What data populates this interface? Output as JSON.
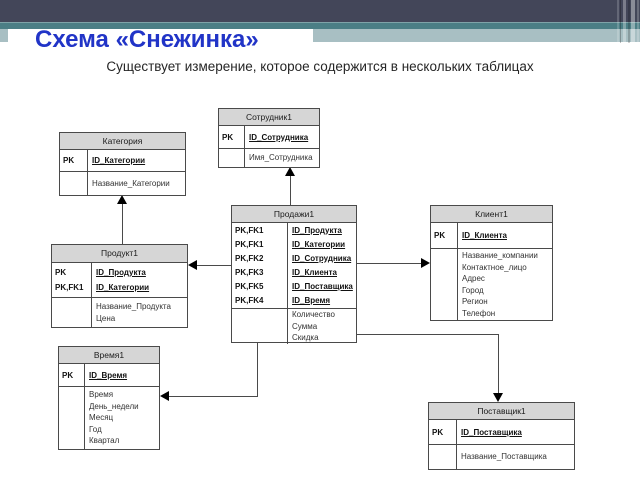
{
  "slide": {
    "title": "Схема «Снежинка»",
    "subtitle": "Существует измерение, которое содержится в нескольких таблицах",
    "colors": {
      "title_text": "#2134c7",
      "top_bar": "#434659",
      "teal_stripe": "#4b7e85",
      "light_band": "#a8bfc3",
      "table_header_bg": "#d6d6d6",
      "connector_line": "#4a4a4a",
      "arrowhead": "#000000"
    }
  },
  "diagram": {
    "tables": [
      {
        "title": "Категория",
        "key_rows": [
          {
            "key": "PK",
            "field": "ID_Категории"
          }
        ],
        "attributes": [
          "Название_Категории"
        ]
      },
      {
        "title": "Сотрудник1",
        "key_rows": [
          {
            "key": "PK",
            "field": "ID_Сотрудника"
          }
        ],
        "attributes": [
          "Имя_Сотрудника"
        ]
      },
      {
        "title": "Продажи1",
        "key_rows": [
          {
            "key": "PK,FK1",
            "field": "ID_Продукта"
          },
          {
            "key": "PK,FK1",
            "field": "ID_Категории"
          },
          {
            "key": "PK,FK2",
            "field": "ID_Сотрудника"
          },
          {
            "key": "PK,FK3",
            "field": "ID_Клиента"
          },
          {
            "key": "PK,FK5",
            "field": "ID_Поставщика"
          },
          {
            "key": "PK,FK4",
            "field": "ID_Время"
          }
        ],
        "attributes": [
          "Количество",
          "Сумма",
          "Скидка"
        ]
      },
      {
        "title": "Клиент1",
        "key_rows": [
          {
            "key": "PK",
            "field": "ID_Клиента"
          }
        ],
        "attributes": [
          "Название_компании",
          "Контактное_лицо",
          "Адрес",
          "Город",
          "Регион",
          "Телефон"
        ]
      },
      {
        "title": "Продукт1",
        "key_rows": [
          {
            "key": "PK",
            "field": "ID_Продукта"
          },
          {
            "key": "PK,FK1",
            "field": "ID_Категории"
          }
        ],
        "attributes": [
          "Название_Продукта",
          "Цена"
        ]
      },
      {
        "title": "Время1",
        "key_rows": [
          {
            "key": "PK",
            "field": "ID_Время"
          }
        ],
        "attributes": [
          "Время",
          "День_недели",
          "Месяц",
          "Год",
          "Квартал"
        ]
      },
      {
        "title": "Поставщик1",
        "key_rows": [
          {
            "key": "PK",
            "field": "ID_Поставщика"
          }
        ],
        "attributes": [
          "Название_Поставщика"
        ]
      }
    ],
    "relations": [
      {
        "from": "Продукт1",
        "to": "Категория",
        "arrow": "up"
      },
      {
        "from": "Продажи1",
        "to": "Сотрудник1",
        "arrow": "up"
      },
      {
        "from": "Продажи1",
        "to": "Продукт1",
        "arrow": "left"
      },
      {
        "from": "Продажи1",
        "to": "Клиент1",
        "arrow": "right"
      },
      {
        "from": "Продажи1",
        "to": "Время1",
        "arrow": "left"
      },
      {
        "from": "Продажи1",
        "to": "Поставщик1",
        "arrow": "down"
      }
    ]
  }
}
